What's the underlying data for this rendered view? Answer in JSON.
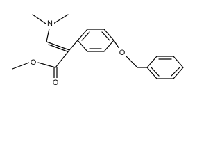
{
  "molecule": {
    "atom_labels": {
      "amine_nitrogen": "N",
      "ester_carbonyl_oxygen": "O",
      "ester_ether_oxygen": "O",
      "benzyl_ether_oxygen": "O"
    }
  }
}
